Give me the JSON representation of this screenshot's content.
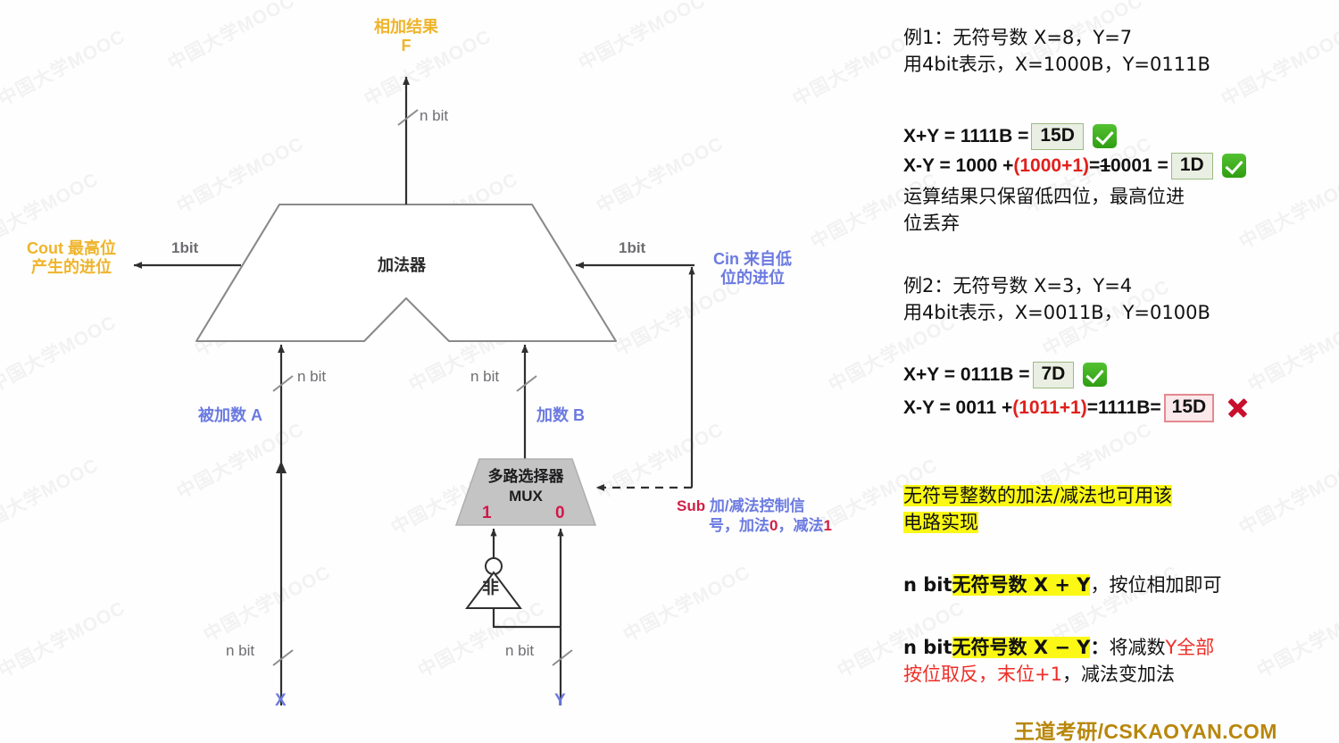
{
  "diagram": {
    "title_top": "相加结果",
    "title_top_sub": "F",
    "adder_label": "加法器",
    "mux_label_line1": "多路选择器",
    "mux_label_line2": "MUX",
    "mux_sel_left": "1",
    "mux_sel_right": "0",
    "not_gate_label": "非",
    "cout_line1": "Cout 最高位",
    "cout_line2": "产生的进位",
    "cin_line1": "Cin 来自低",
    "cin_line2": "位的进位",
    "bit_1_left": "1bit",
    "bit_1_right": "1bit",
    "nbit_f": "n bit",
    "nbit_a": "n bit",
    "nbit_b": "n bit",
    "nbit_x": "n bit",
    "nbit_y": "n bit",
    "operand_a": "被加数 A",
    "operand_b": "加数 B",
    "input_x": "X",
    "input_y": "Y",
    "sub_name": "Sub",
    "sub_desc_line1": "加/减法控制信",
    "sub_desc_line2_pre": "号，加法",
    "sub_desc_zero": "0",
    "sub_desc_mid": "，减法",
    "sub_desc_one": "1"
  },
  "notes": {
    "example1": {
      "head_line1": "例1：无符号数 X=8，Y=7",
      "head_line2": "用4bit表示，X=1000B，Y=0111B",
      "eq_add_lhs": "X+Y = 1111B  = ",
      "eq_add_box": "15D",
      "eq_sub_lhs": "X-Y = 1000 + ",
      "eq_sub_red": "(1000+1)",
      "eq_sub_mid": " = ",
      "eq_sub_carry": "1",
      "eq_sub_rest": "0001 = ",
      "eq_sub_box": "1D",
      "conclusion_line1": "运算结果只保留低四位，最高位进",
      "conclusion_line2": "位丢弃"
    },
    "example2": {
      "head_line1": "例2：无符号数 X=3，Y=4",
      "head_line2": "用4bit表示，X=0011B，Y=0100B",
      "eq_add_lhs": "X+Y = 0111B = ",
      "eq_add_box": "7D",
      "eq_sub_lhs": "X-Y = 0011 + ",
      "eq_sub_red": "(1011+1)",
      "eq_sub_mid": " =1111B= ",
      "eq_sub_box": "15D"
    },
    "summary": {
      "hl_line1": "无符号整数的加法/减法也可用该",
      "hl_line2": "电路实现",
      "add_rule_pre": "n bit",
      "add_rule_hl": "无符号数 X + Y",
      "add_rule_post": "，按位相加即可",
      "sub_rule_pre": "n bit",
      "sub_rule_hl": "无符号数 X − Y",
      "sub_rule_colon": "：",
      "sub_rule_black1": "将减数",
      "sub_rule_red1": "Y全部",
      "sub_rule_red2": "按位取反，末位+1",
      "sub_rule_black2": "，减法变加法"
    },
    "brand": "王道考研/CSKAOYAN.COM"
  },
  "colors": {
    "amber": "#efb42b",
    "blue": "#6b7ae0",
    "red": "#d1194a",
    "wire": "#3a3a3a",
    "shape_stroke": "#8a8a8a",
    "mux_fill": "#c4c4c4",
    "highlight": "#fbf816",
    "brand": "#b8860b"
  }
}
